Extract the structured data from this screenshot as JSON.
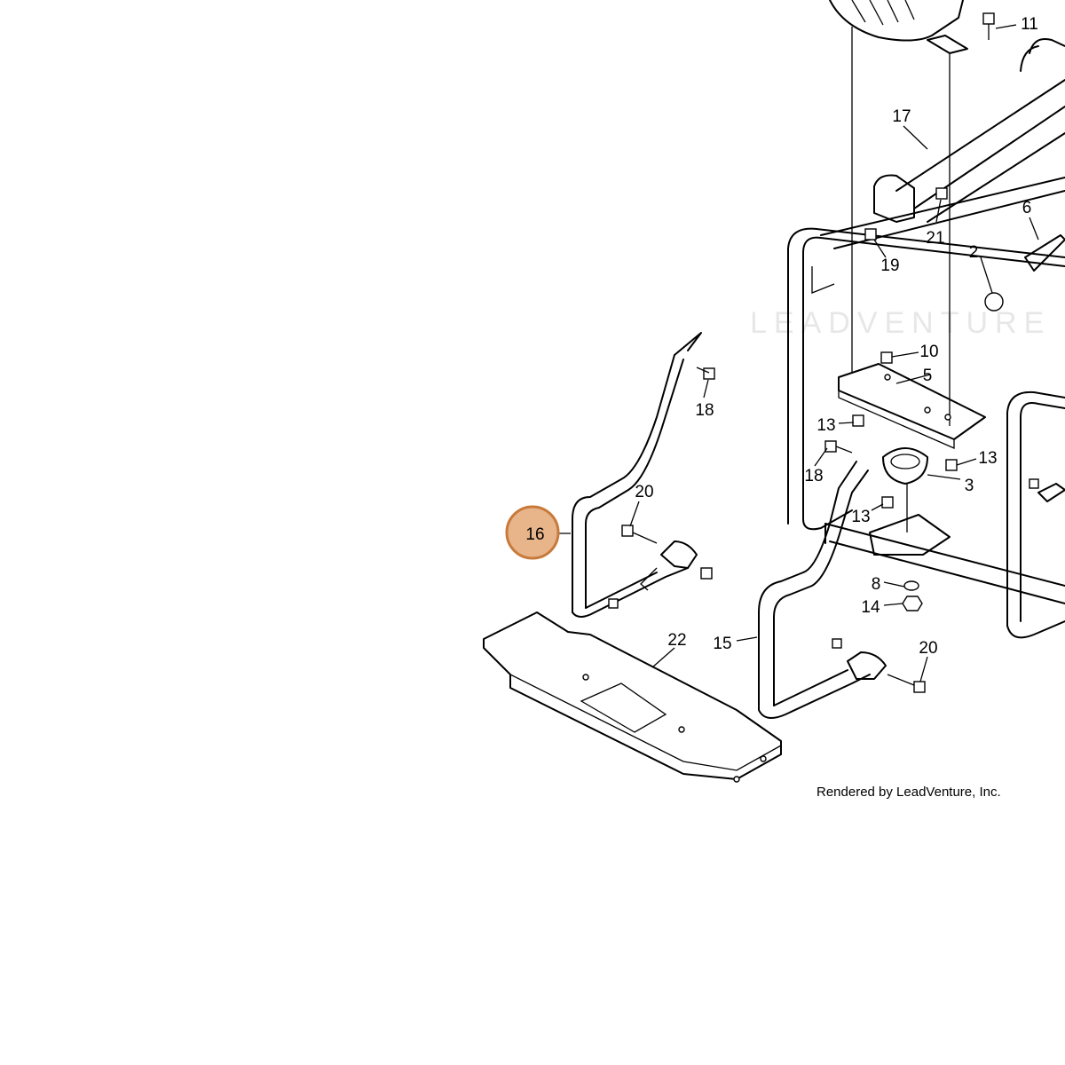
{
  "diagram": {
    "callouts": [
      {
        "id": "16",
        "label": "16",
        "highlighted": true
      },
      {
        "id": "20a",
        "label": "20"
      },
      {
        "id": "18a",
        "label": "18"
      },
      {
        "id": "22",
        "label": "22"
      },
      {
        "id": "15",
        "label": "15"
      },
      {
        "id": "20b",
        "label": "20"
      },
      {
        "id": "18b",
        "label": "18"
      },
      {
        "id": "13a",
        "label": "13"
      },
      {
        "id": "13b",
        "label": "13"
      },
      {
        "id": "13c",
        "label": "13"
      },
      {
        "id": "10",
        "label": "10"
      },
      {
        "id": "5",
        "label": "5"
      },
      {
        "id": "3",
        "label": "3"
      },
      {
        "id": "8",
        "label": "8"
      },
      {
        "id": "14",
        "label": "14"
      },
      {
        "id": "17",
        "label": "17"
      },
      {
        "id": "19",
        "label": "19"
      },
      {
        "id": "21",
        "label": "21"
      },
      {
        "id": "6",
        "label": "6"
      },
      {
        "id": "2",
        "label": "2"
      },
      {
        "id": "11",
        "label": "11"
      }
    ],
    "highlight_color": "#e8b48a",
    "highlight_border": "#c87a3a"
  },
  "credit": "Rendered by LeadVenture, Inc.",
  "watermark": "LEADVENTURE"
}
